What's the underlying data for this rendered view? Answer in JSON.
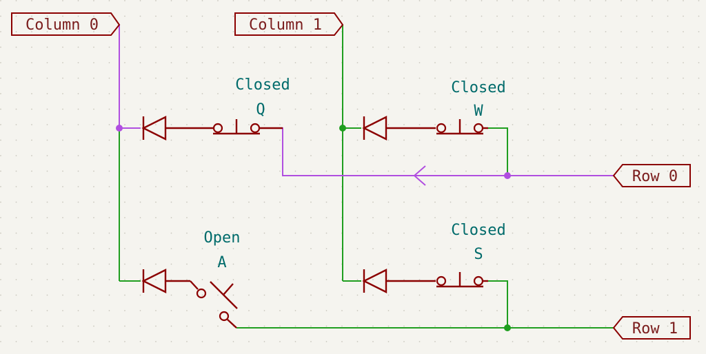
{
  "colors": {
    "background": "#f5f4ef",
    "component": "#8b0000",
    "label_text": "#7a1c1c",
    "value_text": "#006b6b",
    "wire_green": "#1f9e1f",
    "wire_highlight": "#b04ee0"
  },
  "ports": {
    "column0": "Column 0",
    "column1": "Column 1",
    "row0": "Row 0",
    "row1": "Row 1"
  },
  "switches": {
    "q": {
      "state": "Closed",
      "key": "Q"
    },
    "w": {
      "state": "Closed",
      "key": "W"
    },
    "a": {
      "state": "Open",
      "key": "A"
    },
    "s": {
      "state": "Closed",
      "key": "S"
    }
  }
}
